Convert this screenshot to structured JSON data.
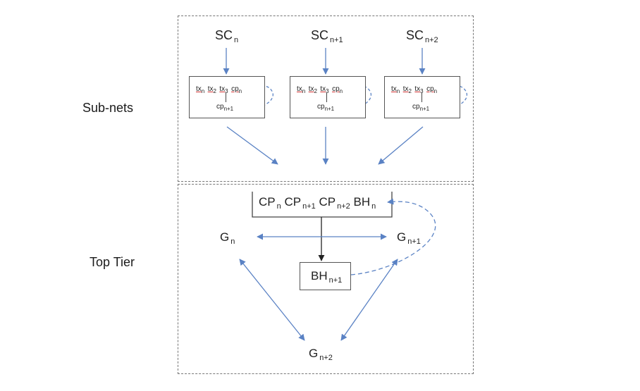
{
  "tiers": {
    "subnets_label": "Sub-nets",
    "top_label": "Top Tier"
  },
  "subnets": [
    {
      "sc": "SC",
      "sc_sub": "n",
      "tx": [
        "tx",
        "tx",
        "tx",
        "cp"
      ],
      "tx_subs": [
        "n",
        "2",
        "3",
        "n"
      ],
      "cp": "cp",
      "cp_sub": "n+1"
    },
    {
      "sc": "SC",
      "sc_sub": "n+1",
      "tx": [
        "tx",
        "tx",
        "tx",
        "cp"
      ],
      "tx_subs": [
        "n",
        "2",
        "3",
        "n"
      ],
      "cp": "cp",
      "cp_sub": "n+1"
    },
    {
      "sc": "SC",
      "sc_sub": "n+2",
      "tx": [
        "tx",
        "tx",
        "tx",
        "cp"
      ],
      "tx_subs": [
        "n",
        "2",
        "3",
        "n"
      ],
      "cp": "cp",
      "cp_sub": "n+1"
    }
  ],
  "top": {
    "checkpoints": [
      {
        "label": "CP",
        "sub": "n"
      },
      {
        "label": "CP",
        "sub": "n+1"
      },
      {
        "label": "CP",
        "sub": "n+2"
      },
      {
        "label": "BH",
        "sub": "n"
      }
    ],
    "g_n": {
      "label": "G",
      "sub": "n"
    },
    "g_n1": {
      "label": "G",
      "sub": "n+1"
    },
    "g_n2": {
      "label": "G",
      "sub": "n+2"
    },
    "bh": {
      "label": "BH",
      "sub": "n+1"
    }
  },
  "colors": {
    "arrow_blue": "#5a82c4",
    "arrow_black": "#222222",
    "dashed_border": "#777777",
    "underline_red": "#d03030"
  }
}
